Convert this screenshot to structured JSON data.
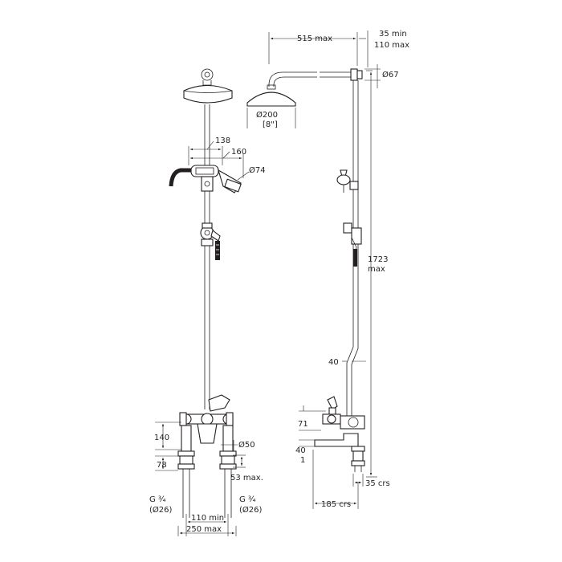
{
  "front_view": {
    "d138": "138",
    "d160": "160",
    "d74": "Ø74",
    "d140": "140",
    "d50": "Ø50",
    "d78": "78",
    "d53": "53 max.",
    "g_left": "G ¾",
    "g_left_sub": "(Ø26)",
    "g_right": "G ¾",
    "g_right_sub": "(Ø26)",
    "d110": "110 min",
    "d250": "250 max"
  },
  "side_view": {
    "d515": "515 max",
    "d35": "35 min",
    "d110": "110 max",
    "d67": "Ø67",
    "d200": "Ø200",
    "d8": "[8\"]",
    "d1723": "1723",
    "d1723_sub": "max",
    "d40a": "40",
    "d71": "71",
    "d40b": "40",
    "d1": "1",
    "d35crs": "35 crs",
    "d185": "185 crs"
  },
  "colors": {
    "line": "#231f20",
    "background": "#ffffff"
  }
}
